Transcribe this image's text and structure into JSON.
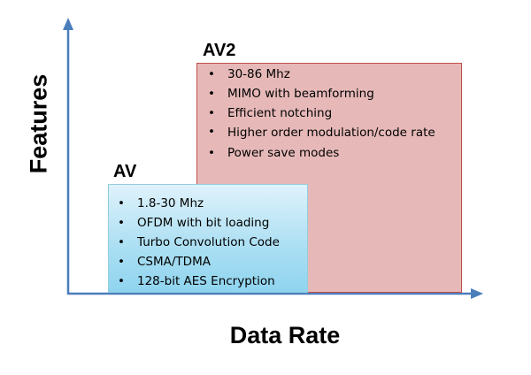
{
  "axes": {
    "y_label": "Features",
    "x_label": "Data Rate",
    "color": "#4a7ebb"
  },
  "boxes": {
    "av2": {
      "title": "AV2",
      "fill": "#e6b9b8",
      "border": "#c0504d",
      "items": [
        "30-86 Mhz",
        "MIMO with beamforming",
        "Efficient notching",
        "Higher order modulation/code rate",
        "Power save modes"
      ]
    },
    "av": {
      "title": "AV",
      "fill": "#aee0f3",
      "border": "#93cddd",
      "items": [
        "1.8-30 Mhz",
        "OFDM with bit loading",
        "Turbo Convolution Code",
        "CSMA/TDMA",
        "128-bit AES Encryption"
      ]
    }
  }
}
